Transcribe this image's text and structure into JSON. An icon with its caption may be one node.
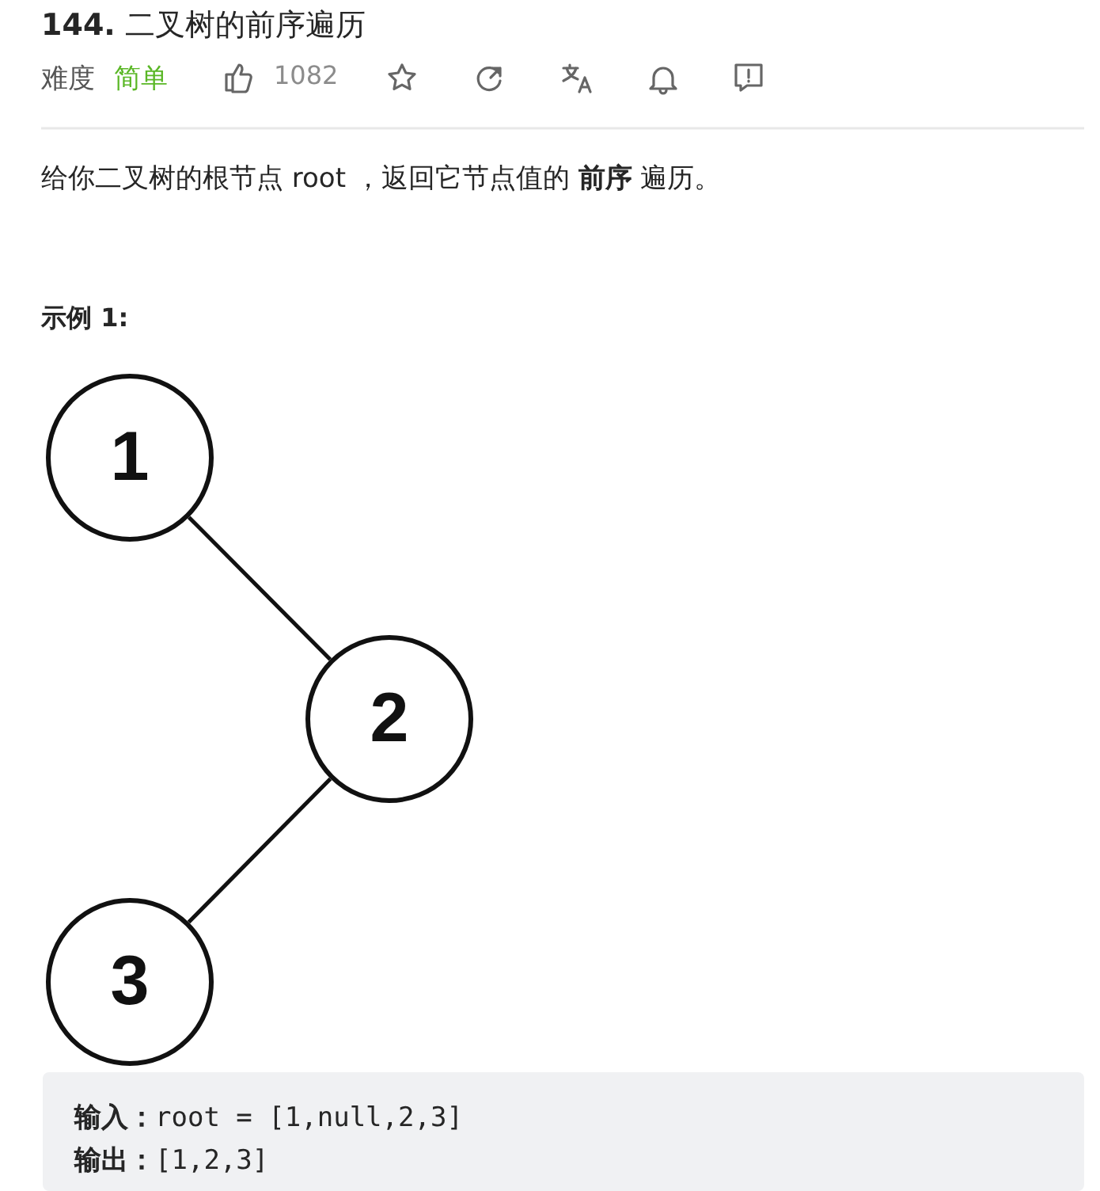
{
  "diagram": {
    "title": "**144.** 二叉树的前序遍历",
    "nodes": [
      {
        "text": [
          "1"
        ]
      },
      {
        "text": [
          "2"
        ]
      },
      {
        "text": [
          "3"
        ]
      }
    ],
    "edges": [
      {
        "from": 0,
        "to": 1,
        "arrow": "none"
      },
      {
        "from": 1,
        "to": 2,
        "arrow": "none"
      }
    ],
    "labels": [
      "难度",
      "简单",
      "1082",
      "给你二叉树的根节点 root ，返回它节点值的 **前序** 遍历。",
      "示例 1:",
      "**输入：**root = [1,null,2,3]",
      "**输出：**[1,2,3]"
    ]
  }
}
